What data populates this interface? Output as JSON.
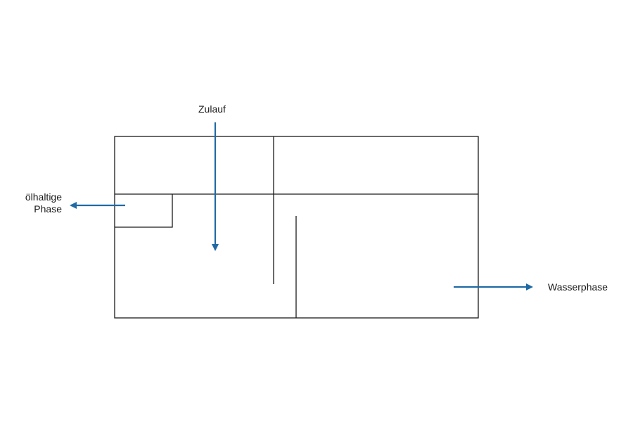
{
  "labels": {
    "inlet": "Zulauf",
    "oil_phase_line1": "ölhaltige",
    "oil_phase_line2": "Phase",
    "water_phase": "Wasserphase"
  },
  "colors": {
    "arrow": "#1f6aa5",
    "lines": "#1a1a1a",
    "background": "#ffffff"
  }
}
